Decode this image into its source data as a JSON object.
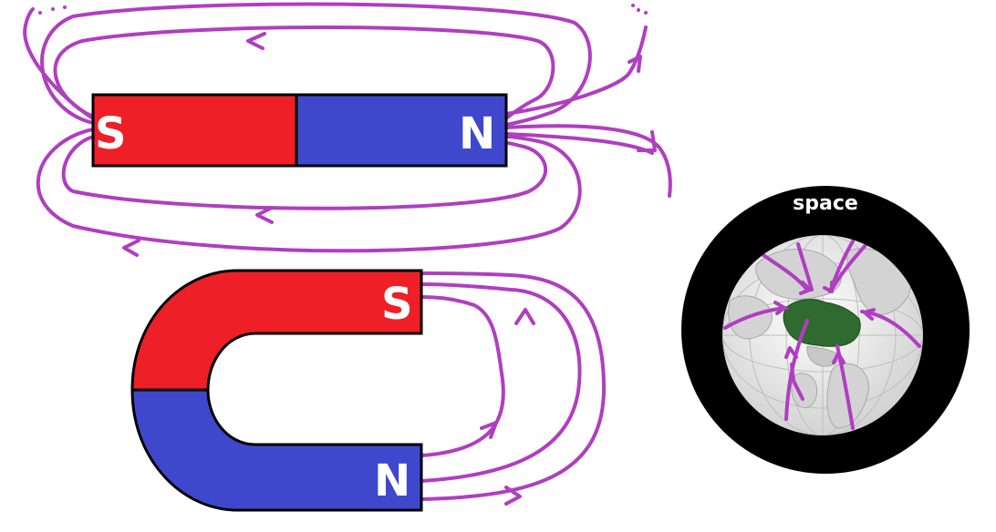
{
  "colors": {
    "south_pole": "#ee1f27",
    "north_pole": "#3f48cc",
    "field_lines": "#b03ec0",
    "space": "#000000",
    "land": "#d6d6d6",
    "ocean": "#f4f4f4",
    "highlight_country": "#2f6b2f"
  },
  "bar_magnet": {
    "south_label": "S",
    "north_label": "N"
  },
  "horseshoe_magnet": {
    "south_label": "S",
    "north_label": "N"
  },
  "earth": {
    "space_label": "space"
  }
}
